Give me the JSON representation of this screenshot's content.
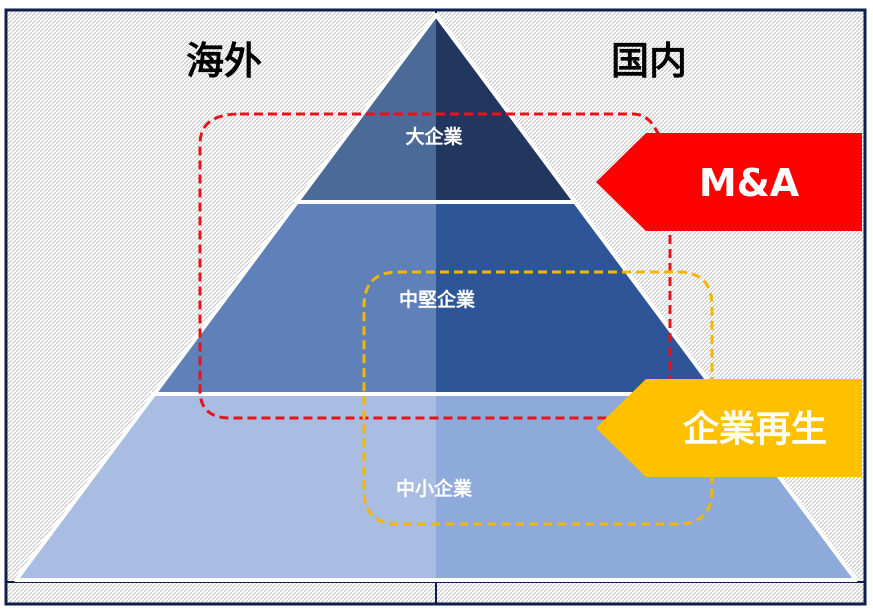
{
  "labels": {
    "overseas": "海外",
    "domestic": "国内"
  },
  "tiers": {
    "large": "大企業",
    "mid": "中堅企業",
    "small": "中小企業"
  },
  "arrows": {
    "ma": "M&A",
    "revival": "企業再生"
  },
  "colors": {
    "frame": "#0f1f4d",
    "tier_large_left": "#4c6a98",
    "tier_large_right": "#22375f",
    "tier_mid_left": "#5f80b8",
    "tier_mid_right": "#2d5597",
    "tier_small_left": "#a9bde2",
    "tier_small_right": "#8eaadb",
    "ma_arrow": "#ff0000",
    "ma_outline": "#e5131a",
    "revival_arrow": "#ffc000",
    "revival_outline": "#f2b705"
  }
}
